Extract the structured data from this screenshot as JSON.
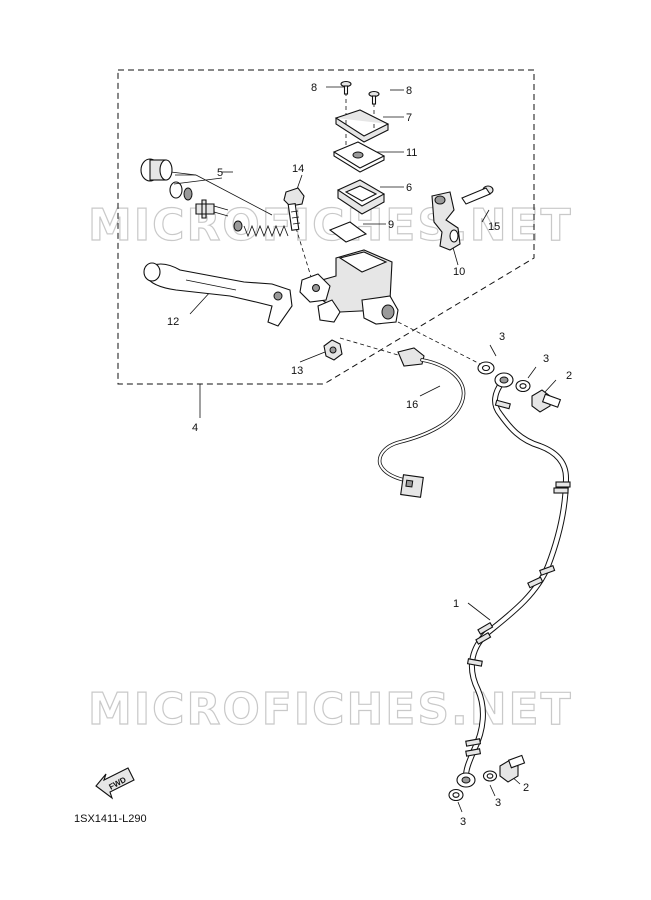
{
  "watermark": "MICROFICHES.NET",
  "diagram_code": "1SX1411-L290",
  "fwd_label": "FWD",
  "callouts": [
    "1",
    "2",
    "2",
    "3",
    "3",
    "3",
    "3",
    "4",
    "5",
    "6",
    "7",
    "8",
    "8",
    "9",
    "10",
    "11",
    "12",
    "13",
    "14",
    "15",
    "16"
  ]
}
